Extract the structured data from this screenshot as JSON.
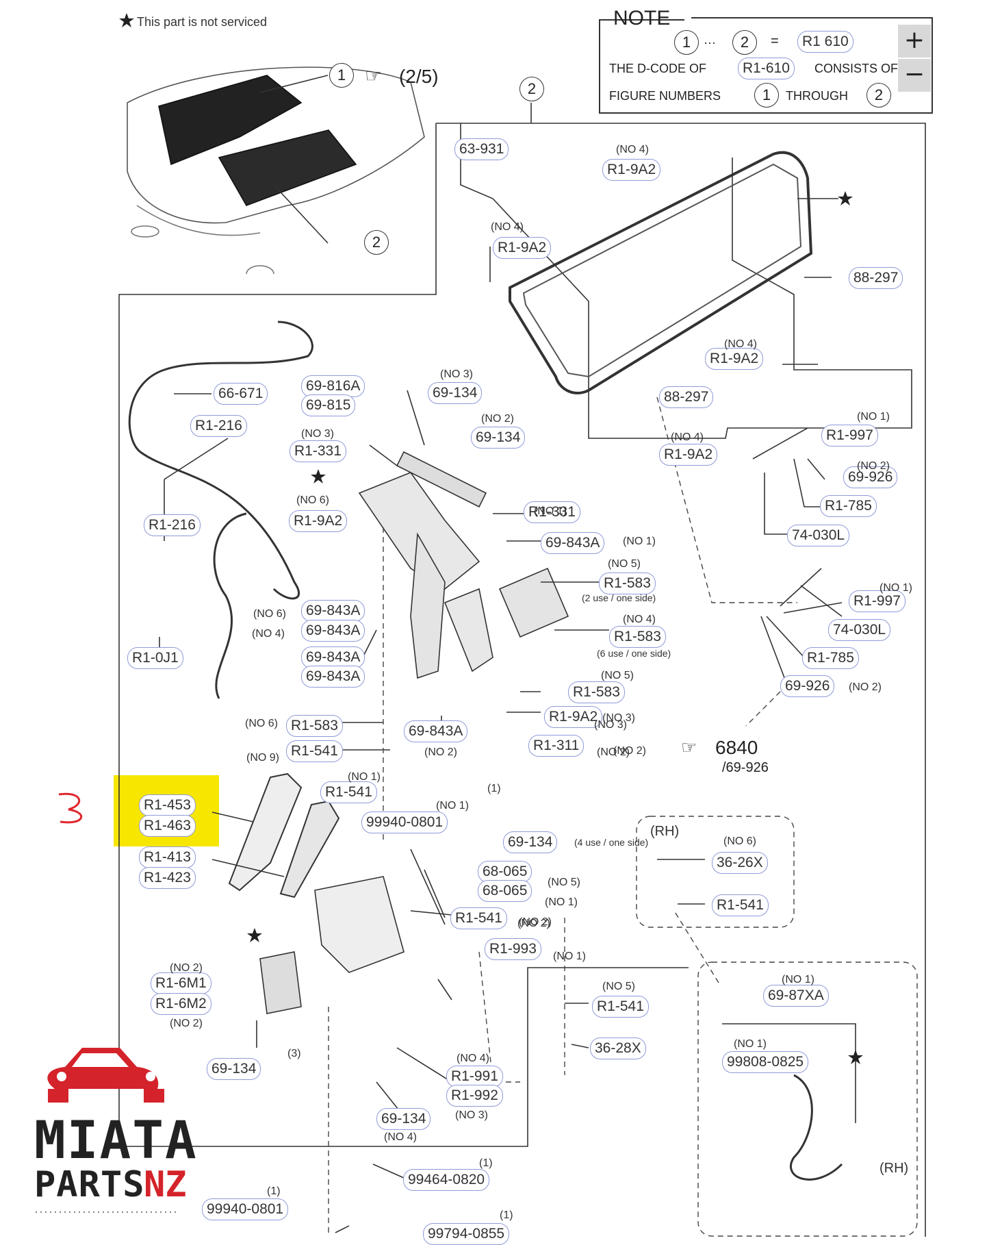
{
  "header_note": "This part is not serviced",
  "note_box": {
    "title": "NOTE",
    "line1_eq": "=",
    "line1_code": "R1 610",
    "line1_dots": "···",
    "line2_pre": "THE D-CODE OF",
    "line2_code": "R1-610",
    "line2_post": "CONSISTS OF",
    "line3_pre": "FIGURE NUMBERS",
    "line3_mid": "THROUGH",
    "fig1": "1",
    "fig2": "2"
  },
  "zoom": {
    "in": "+",
    "out": "−"
  },
  "ref_label": "(2/5)",
  "ref_6840": "6840",
  "ref_6840_sub": "/69-926",
  "highlight_number": "3",
  "brand": {
    "line1": "MIATA",
    "line2a": "PARTS",
    "line2b": "NZ"
  },
  "colors": {
    "label_border": "#8f9ad8",
    "highlight": "#f7e600",
    "brand_red": "#d4232a",
    "annotation_red": "#e0262e"
  },
  "labels": [
    {
      "t": "63-931"
    },
    {
      "t": "R1-9A2"
    },
    {
      "t": "R1-9A2"
    },
    {
      "t": "88-297"
    },
    {
      "t": "R1-9A2"
    },
    {
      "t": "88-297"
    },
    {
      "t": "R1-9A2"
    },
    {
      "t": "66-671"
    },
    {
      "t": "69-816A"
    },
    {
      "t": "69-815"
    },
    {
      "t": "69-134"
    },
    {
      "t": "69-134"
    },
    {
      "t": "R1-216"
    },
    {
      "t": "R1-331"
    },
    {
      "t": "R1-9A2"
    },
    {
      "t": "R1-216"
    },
    {
      "t": "R1-331"
    },
    {
      "t": "69-843A"
    },
    {
      "t": "R1-583"
    },
    {
      "t": "R1-583"
    },
    {
      "t": "69-843A"
    },
    {
      "t": "69-843A"
    },
    {
      "t": "69-843A"
    },
    {
      "t": "69-843A"
    },
    {
      "t": "R1-0J1"
    },
    {
      "t": "R1-583"
    },
    {
      "t": "R1-9A2"
    },
    {
      "t": "R1-583"
    },
    {
      "t": "69-843A"
    },
    {
      "t": "R1-541"
    },
    {
      "t": "R1-311"
    },
    {
      "t": "R1-997"
    },
    {
      "t": "69-926"
    },
    {
      "t": "R1-785"
    },
    {
      "t": "74-030L"
    },
    {
      "t": "R1-997"
    },
    {
      "t": "74-030L"
    },
    {
      "t": "R1-785"
    },
    {
      "t": "69-926"
    },
    {
      "t": "R1-541"
    },
    {
      "t": "99940-0801"
    },
    {
      "t": "69-134"
    },
    {
      "t": "R1-453"
    },
    {
      "t": "R1-463"
    },
    {
      "t": "R1-413"
    },
    {
      "t": "R1-423"
    },
    {
      "t": "68-065"
    },
    {
      "t": "68-065"
    },
    {
      "t": "R1-541"
    },
    {
      "t": "36-26X"
    },
    {
      "t": "R1-541"
    },
    {
      "t": "R1-993"
    },
    {
      "t": "R1-6M1"
    },
    {
      "t": "R1-6M2"
    },
    {
      "t": "R1-541"
    },
    {
      "t": "36-28X"
    },
    {
      "t": "69-87XA"
    },
    {
      "t": "99808-0825"
    },
    {
      "t": "R1-991"
    },
    {
      "t": "R1-992"
    },
    {
      "t": "69-134"
    },
    {
      "t": "69-134"
    },
    {
      "t": "99464-0820"
    },
    {
      "t": "99940-0801"
    },
    {
      "t": "99794-0855"
    }
  ],
  "notes": [
    {
      "t": "(NO 4)"
    },
    {
      "t": "(NO 4)"
    },
    {
      "t": "(NO 4)"
    },
    {
      "t": "(NO 4)"
    },
    {
      "t": "(NO 3)"
    },
    {
      "t": "(NO 2)"
    },
    {
      "t": "(NO 3)"
    },
    {
      "t": "(NO 6)"
    },
    {
      "t": "(NO 1)"
    },
    {
      "t": "(NO 1)"
    },
    {
      "t": "(NO 5)"
    },
    {
      "t": "(2 use / one side)"
    },
    {
      "t": "(NO 4)"
    },
    {
      "t": "(6 use / one side)"
    },
    {
      "t": "(NO 5)"
    },
    {
      "t": "(NO 3)"
    },
    {
      "t": "(NO 6)"
    },
    {
      "t": "(NO 4)"
    },
    {
      "t": "(NO 3)"
    },
    {
      "t": "(NO 2)"
    },
    {
      "t": "(NO 6)"
    },
    {
      "t": "(NO 9)"
    },
    {
      "t": "(NO 2)"
    },
    {
      "t": "(NO 2)"
    },
    {
      "t": "(NO 1)"
    },
    {
      "t": "(NO 2)"
    },
    {
      "t": "(NO 1)"
    },
    {
      "t": "(NO 2)"
    },
    {
      "t": "(NO 1)"
    },
    {
      "t": "(NO 1)"
    },
    {
      "t": "(1)"
    },
    {
      "t": "(4 use / one side)"
    },
    {
      "t": "(NO 5)"
    },
    {
      "t": "(NO 1)"
    },
    {
      "t": "(NO 2)"
    },
    {
      "t": "(NO 6)"
    },
    {
      "t": "(RH)"
    },
    {
      "t": "(NO 2)"
    },
    {
      "t": "(NO 1)"
    },
    {
      "t": "(NO 2)"
    },
    {
      "t": "(NO 2)"
    },
    {
      "t": "(NO 5)"
    },
    {
      "t": "(NO 1)"
    },
    {
      "t": "(NO 1)"
    },
    {
      "t": "(3)"
    },
    {
      "t": "(NO 4)"
    },
    {
      "t": "(NO 3)"
    },
    {
      "t": "(NO 4)"
    },
    {
      "t": "(RH)"
    },
    {
      "t": "(1)"
    },
    {
      "t": "(1)"
    },
    {
      "t": "(1)"
    }
  ]
}
